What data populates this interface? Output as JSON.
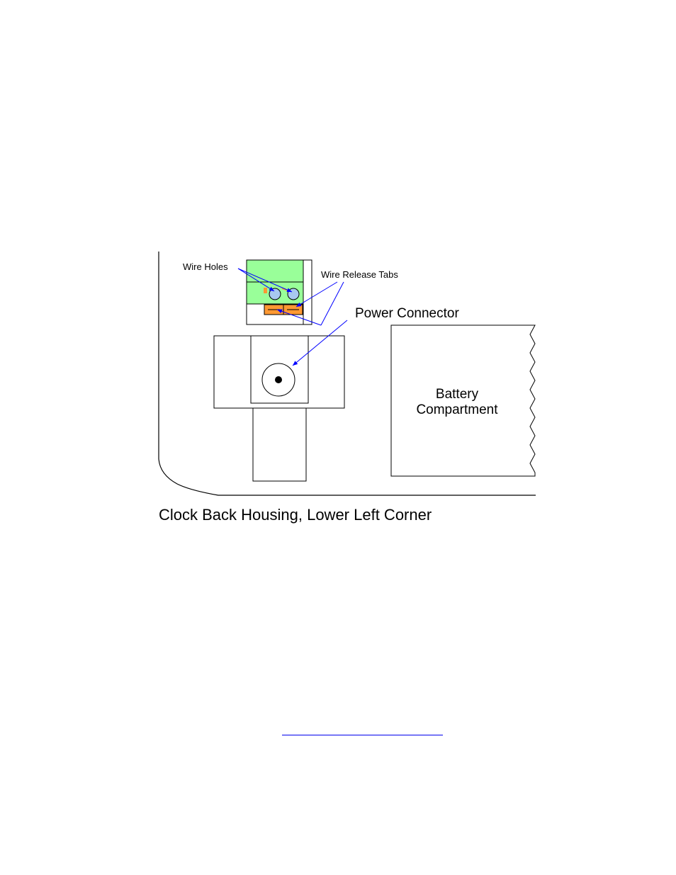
{
  "diagram": {
    "labels": {
      "wire_holes": "Wire Holes",
      "wire_release_tabs": "Wire Release Tabs",
      "power_connector": "Power Connector",
      "battery_line1": "Battery",
      "battery_line2": "Compartment"
    },
    "caption": "Clock Back Housing, Lower Left Corner"
  },
  "colors": {
    "terminal_block": "#99ff99",
    "release_tab": "#ff9933",
    "annotation_arrow": "#0000ff",
    "wire_hole_fill": "#a8c8f0",
    "link": "#0000ee"
  }
}
